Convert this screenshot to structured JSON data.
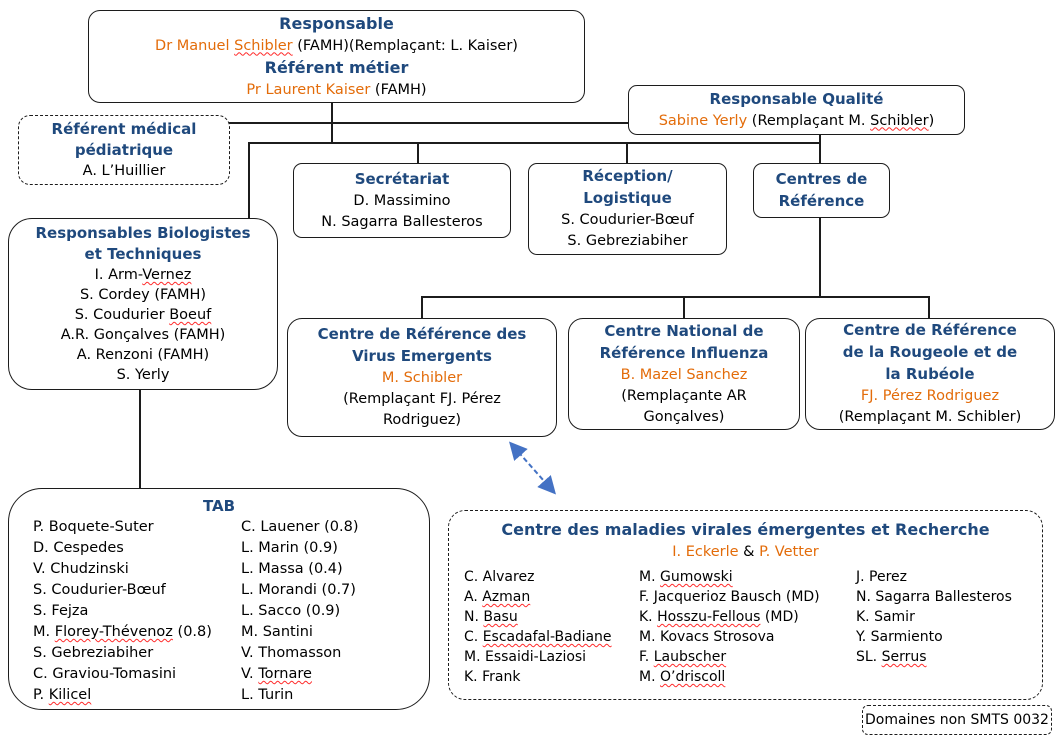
{
  "colors": {
    "heading": "#1F497D",
    "accent": "#E36C0A",
    "squiggle": "#FF2A2A",
    "arrow": "#4472C4",
    "line": "#1c1c1c"
  },
  "boxes": {
    "responsable": {
      "lines": [
        [
          {
            "t": "Responsable",
            "c": "h"
          }
        ],
        [
          {
            "t": "Dr Manuel ",
            "c": "o"
          },
          {
            "t": "Schibler",
            "c": "o",
            "w": true
          },
          {
            "t": " (FAMH)(Remplaçant: L. Kaiser)",
            "c": "p"
          }
        ],
        [
          {
            "t": "Référent métier",
            "c": "h"
          }
        ],
        [
          {
            "t": "Pr Laurent Kaiser ",
            "c": "o"
          },
          {
            "t": "(FAMH)",
            "c": "p"
          }
        ]
      ]
    },
    "responsable_qualite": {
      "lines": [
        [
          {
            "t": "Responsable Qualité",
            "c": "h"
          }
        ],
        [
          {
            "t": "Sabine Yerly ",
            "c": "o"
          },
          {
            "t": "(Remplaçant M. ",
            "c": "p"
          },
          {
            "t": "Schibler",
            "c": "p",
            "w": true
          },
          {
            "t": ")",
            "c": "p"
          }
        ]
      ]
    },
    "referent_medical": {
      "lines": [
        [
          {
            "t": "Référent médical",
            "c": "h"
          }
        ],
        [
          {
            "t": "pédiatrique",
            "c": "h"
          }
        ],
        [
          {
            "t": "A. L’Huillier",
            "c": "p"
          }
        ]
      ]
    },
    "secretariat": {
      "lines": [
        [
          {
            "t": "Secrétariat",
            "c": "h"
          }
        ],
        [
          {
            "t": "D. Massimino",
            "c": "p"
          }
        ],
        [
          {
            "t": "N. Sagarra Ballesteros",
            "c": "p"
          }
        ]
      ]
    },
    "reception_logistique": {
      "lines": [
        [
          {
            "t": "Réception/",
            "c": "h"
          }
        ],
        [
          {
            "t": "Logistique",
            "c": "h"
          }
        ],
        [
          {
            "t": "S. Coudurier-Bœuf",
            "c": "p"
          }
        ],
        [
          {
            "t": "S. Gebreziabiher",
            "c": "p"
          }
        ]
      ]
    },
    "centres_de_reference": {
      "lines": [
        [
          {
            "t": "Centres de",
            "c": "h"
          }
        ],
        [
          {
            "t": "Référence",
            "c": "h"
          }
        ]
      ]
    },
    "responsables_biologistes": {
      "lines": [
        [
          {
            "t": "Responsables Biologistes",
            "c": "h"
          }
        ],
        [
          {
            "t": "et Techniques",
            "c": "h"
          }
        ],
        [
          {
            "t": "I. Arm-",
            "c": "p"
          },
          {
            "t": "Vernez",
            "c": "p",
            "w": true
          }
        ],
        [
          {
            "t": "S. Cordey (FAMH)",
            "c": "p"
          }
        ],
        [
          {
            "t": "S. Coudurier ",
            "c": "p"
          },
          {
            "t": "Boeuf",
            "c": "p",
            "w": true
          }
        ],
        [
          {
            "t": "A.R. Gonçalves (FAMH)",
            "c": "p"
          }
        ],
        [
          {
            "t": "A. Renzoni (FAMH)",
            "c": "p"
          }
        ],
        [
          {
            "t": "S. Yerly",
            "c": "p"
          }
        ]
      ]
    },
    "centre_virus_emergents": {
      "lines": [
        [
          {
            "t": "Centre de Référence des",
            "c": "h"
          }
        ],
        [
          {
            "t": "Virus Emergents",
            "c": "h"
          }
        ],
        [
          {
            "t": "M. Schibler",
            "c": "o"
          }
        ],
        [
          {
            "t": "(Remplaçant FJ. Pérez",
            "c": "p"
          }
        ],
        [
          {
            "t": "Rodriguez)",
            "c": "p"
          }
        ]
      ]
    },
    "centre_influenza": {
      "lines": [
        [
          {
            "t": "Centre National de",
            "c": "h"
          }
        ],
        [
          {
            "t": "Référence Influenza",
            "c": "h"
          }
        ],
        [
          {
            "t": "B. Mazel Sanchez",
            "c": "o"
          }
        ],
        [
          {
            "t": "(Remplaçante AR",
            "c": "p"
          }
        ],
        [
          {
            "t": "Gonçalves)",
            "c": "p"
          }
        ]
      ]
    },
    "centre_rougeole_rubeole": {
      "lines": [
        [
          {
            "t": "Centre de Référence",
            "c": "h"
          }
        ],
        [
          {
            "t": "de la Rougeole et de",
            "c": "h"
          }
        ],
        [
          {
            "t": "la Rubéole",
            "c": "h"
          }
        ],
        [
          {
            "t": "FJ. Pérez Rodriguez",
            "c": "o"
          }
        ],
        [
          {
            "t": "(Remplaçant M. Schibler)",
            "c": "p"
          }
        ]
      ]
    },
    "tab": {
      "title": "TAB",
      "col1": [
        [
          {
            "t": "P. Boquete-Suter",
            "c": "p"
          }
        ],
        [
          {
            "t": "D. Cespedes",
            "c": "p"
          }
        ],
        [
          {
            "t": "V. Chudzinski",
            "c": "p"
          }
        ],
        [
          {
            "t": "S. Coudurier-Bœuf",
            "c": "p"
          }
        ],
        [
          {
            "t": "S. Fejza",
            "c": "p"
          }
        ],
        [
          {
            "t": "M. ",
            "c": "p"
          },
          {
            "t": "Florey-Thévenoz",
            "c": "p",
            "w": true
          },
          {
            "t": " (0.8)",
            "c": "p"
          }
        ],
        [
          {
            "t": "S. Gebreziabiher",
            "c": "p"
          }
        ],
        [
          {
            "t": "C. Graviou-Tomasini",
            "c": "p"
          }
        ],
        [
          {
            "t": "P. ",
            "c": "p"
          },
          {
            "t": "Kilicel",
            "c": "p",
            "w": true
          }
        ]
      ],
      "col2": [
        [
          {
            "t": "C. Lauener (0.8)",
            "c": "p"
          }
        ],
        [
          {
            "t": "L. Marin (0.9)",
            "c": "p"
          }
        ],
        [
          {
            "t": "L. Massa (0.4)",
            "c": "p"
          }
        ],
        [
          {
            "t": "L. Morandi (0.7)",
            "c": "p"
          }
        ],
        [
          {
            "t": "L. Sacco (0.9)",
            "c": "p"
          }
        ],
        [
          {
            "t": "M. Santini",
            "c": "p"
          }
        ],
        [
          {
            "t": "V. Thomasson",
            "c": "p"
          }
        ],
        [
          {
            "t": "V. ",
            "c": "p"
          },
          {
            "t": "Tornare",
            "c": "p",
            "w": true
          }
        ],
        [
          {
            "t": "L. Turin",
            "c": "p"
          }
        ]
      ]
    },
    "cmve": {
      "title_lines": [
        [
          {
            "t": "Centre des maladies virales émergentes et Recherche",
            "c": "h"
          }
        ],
        [
          {
            "t": "I. Eckerle",
            "c": "o"
          },
          {
            "t": " & ",
            "c": "p"
          },
          {
            "t": "P. Vetter",
            "c": "o"
          }
        ]
      ],
      "col1": [
        [
          {
            "t": "C. Alvarez",
            "c": "p"
          }
        ],
        [
          {
            "t": "A. ",
            "c": "p"
          },
          {
            "t": "Azman",
            "c": "p",
            "w": true
          }
        ],
        [
          {
            "t": "N. ",
            "c": "p"
          },
          {
            "t": "Basu",
            "c": "p",
            "w": true
          }
        ],
        [
          {
            "t": "C. ",
            "c": "p"
          },
          {
            "t": "Escadafal-Badiane",
            "c": "p",
            "w": true
          }
        ],
        [
          {
            "t": "M. Essaidi-Laziosi",
            "c": "p"
          }
        ],
        [
          {
            "t": "K. Frank",
            "c": "p"
          }
        ]
      ],
      "col2": [
        [
          {
            "t": "M. ",
            "c": "p"
          },
          {
            "t": "Gumowski",
            "c": "p",
            "w": true
          }
        ],
        [
          {
            "t": "F. Jacquerioz Bausch (MD)",
            "c": "p"
          }
        ],
        [
          {
            "t": "K. ",
            "c": "p"
          },
          {
            "t": "Hosszu-Fellous",
            "c": "p",
            "w": true
          },
          {
            "t": " (MD)",
            "c": "p"
          }
        ],
        [
          {
            "t": "M. Kovacs Strosova",
            "c": "p"
          }
        ],
        [
          {
            "t": "F. ",
            "c": "p"
          },
          {
            "t": "Laubscher",
            "c": "p",
            "w": true
          }
        ],
        [
          {
            "t": "M. ",
            "c": "p"
          },
          {
            "t": "O’driscoll",
            "c": "p",
            "w": true
          }
        ]
      ],
      "col3": [
        [
          {
            "t": "J. Perez",
            "c": "p"
          }
        ],
        [
          {
            "t": "N. Sagarra Ballesteros",
            "c": "p"
          }
        ],
        [
          {
            "t": "K. Samir",
            "c": "p"
          }
        ],
        [
          {
            "t": "Y. Sarmiento",
            "c": "p"
          }
        ],
        [
          {
            "t": "SL. ",
            "c": "p"
          },
          {
            "t": "Serrus",
            "c": "p",
            "w": true
          }
        ]
      ]
    }
  },
  "footer_tag": {
    "label": "Domaines non SMTS 0032"
  }
}
